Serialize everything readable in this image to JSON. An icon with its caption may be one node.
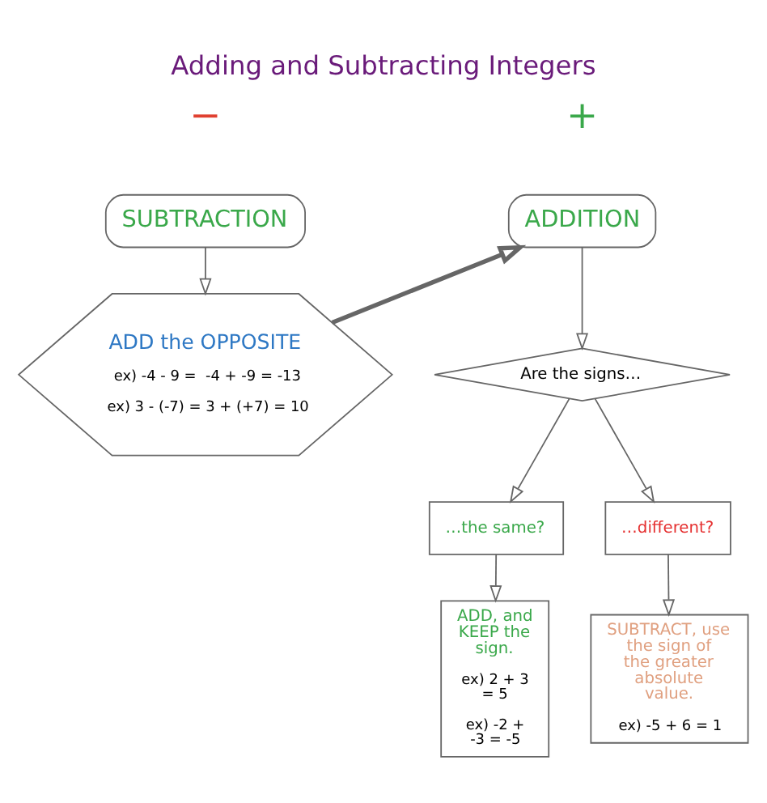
{
  "diagram": {
    "title": "Adding and Subtracting Integers",
    "nodes": [
      {
        "text": [
          "ADDITION"
        ]
      },
      {
        "text": [
          "SUBTRACTION"
        ]
      },
      {
        "text": [
          "Are the signs…"
        ]
      },
      {
        "text": [
          "ADD the OPPOSITE",
          "ex) -4 - 9 =  -4 + -9 = -13",
          "ex) 3 - (-7) = 3 + (+7) = 10"
        ]
      },
      {
        "text": [
          "…the same?"
        ]
      },
      {
        "text": [
          "…different?"
        ]
      },
      {
        "text": [
          "ADD, and KEEP the sign.",
          "ex) 2 + 3 = 5",
          "ex) -2 + -3 = -5"
        ]
      },
      {
        "text": [
          "SUBTRACT, use the sign of the greater absolute value.",
          "ex) -5 + 6 = 1"
        ]
      }
    ],
    "edges": [
      {
        "from": 0,
        "to": 2,
        "arrow": "to"
      },
      {
        "from": 1,
        "to": 3,
        "arrow": "to"
      },
      {
        "from": 3,
        "to": 0,
        "arrow": "to",
        "style": "thick"
      },
      {
        "from": 2,
        "to": 4,
        "arrow": "to"
      },
      {
        "from": 2,
        "to": 5,
        "arrow": "to"
      },
      {
        "from": 4,
        "to": 6,
        "arrow": "to"
      },
      {
        "from": 5,
        "to": 7,
        "arrow": "to"
      }
    ],
    "labels": [
      "+",
      "−"
    ]
  }
}
